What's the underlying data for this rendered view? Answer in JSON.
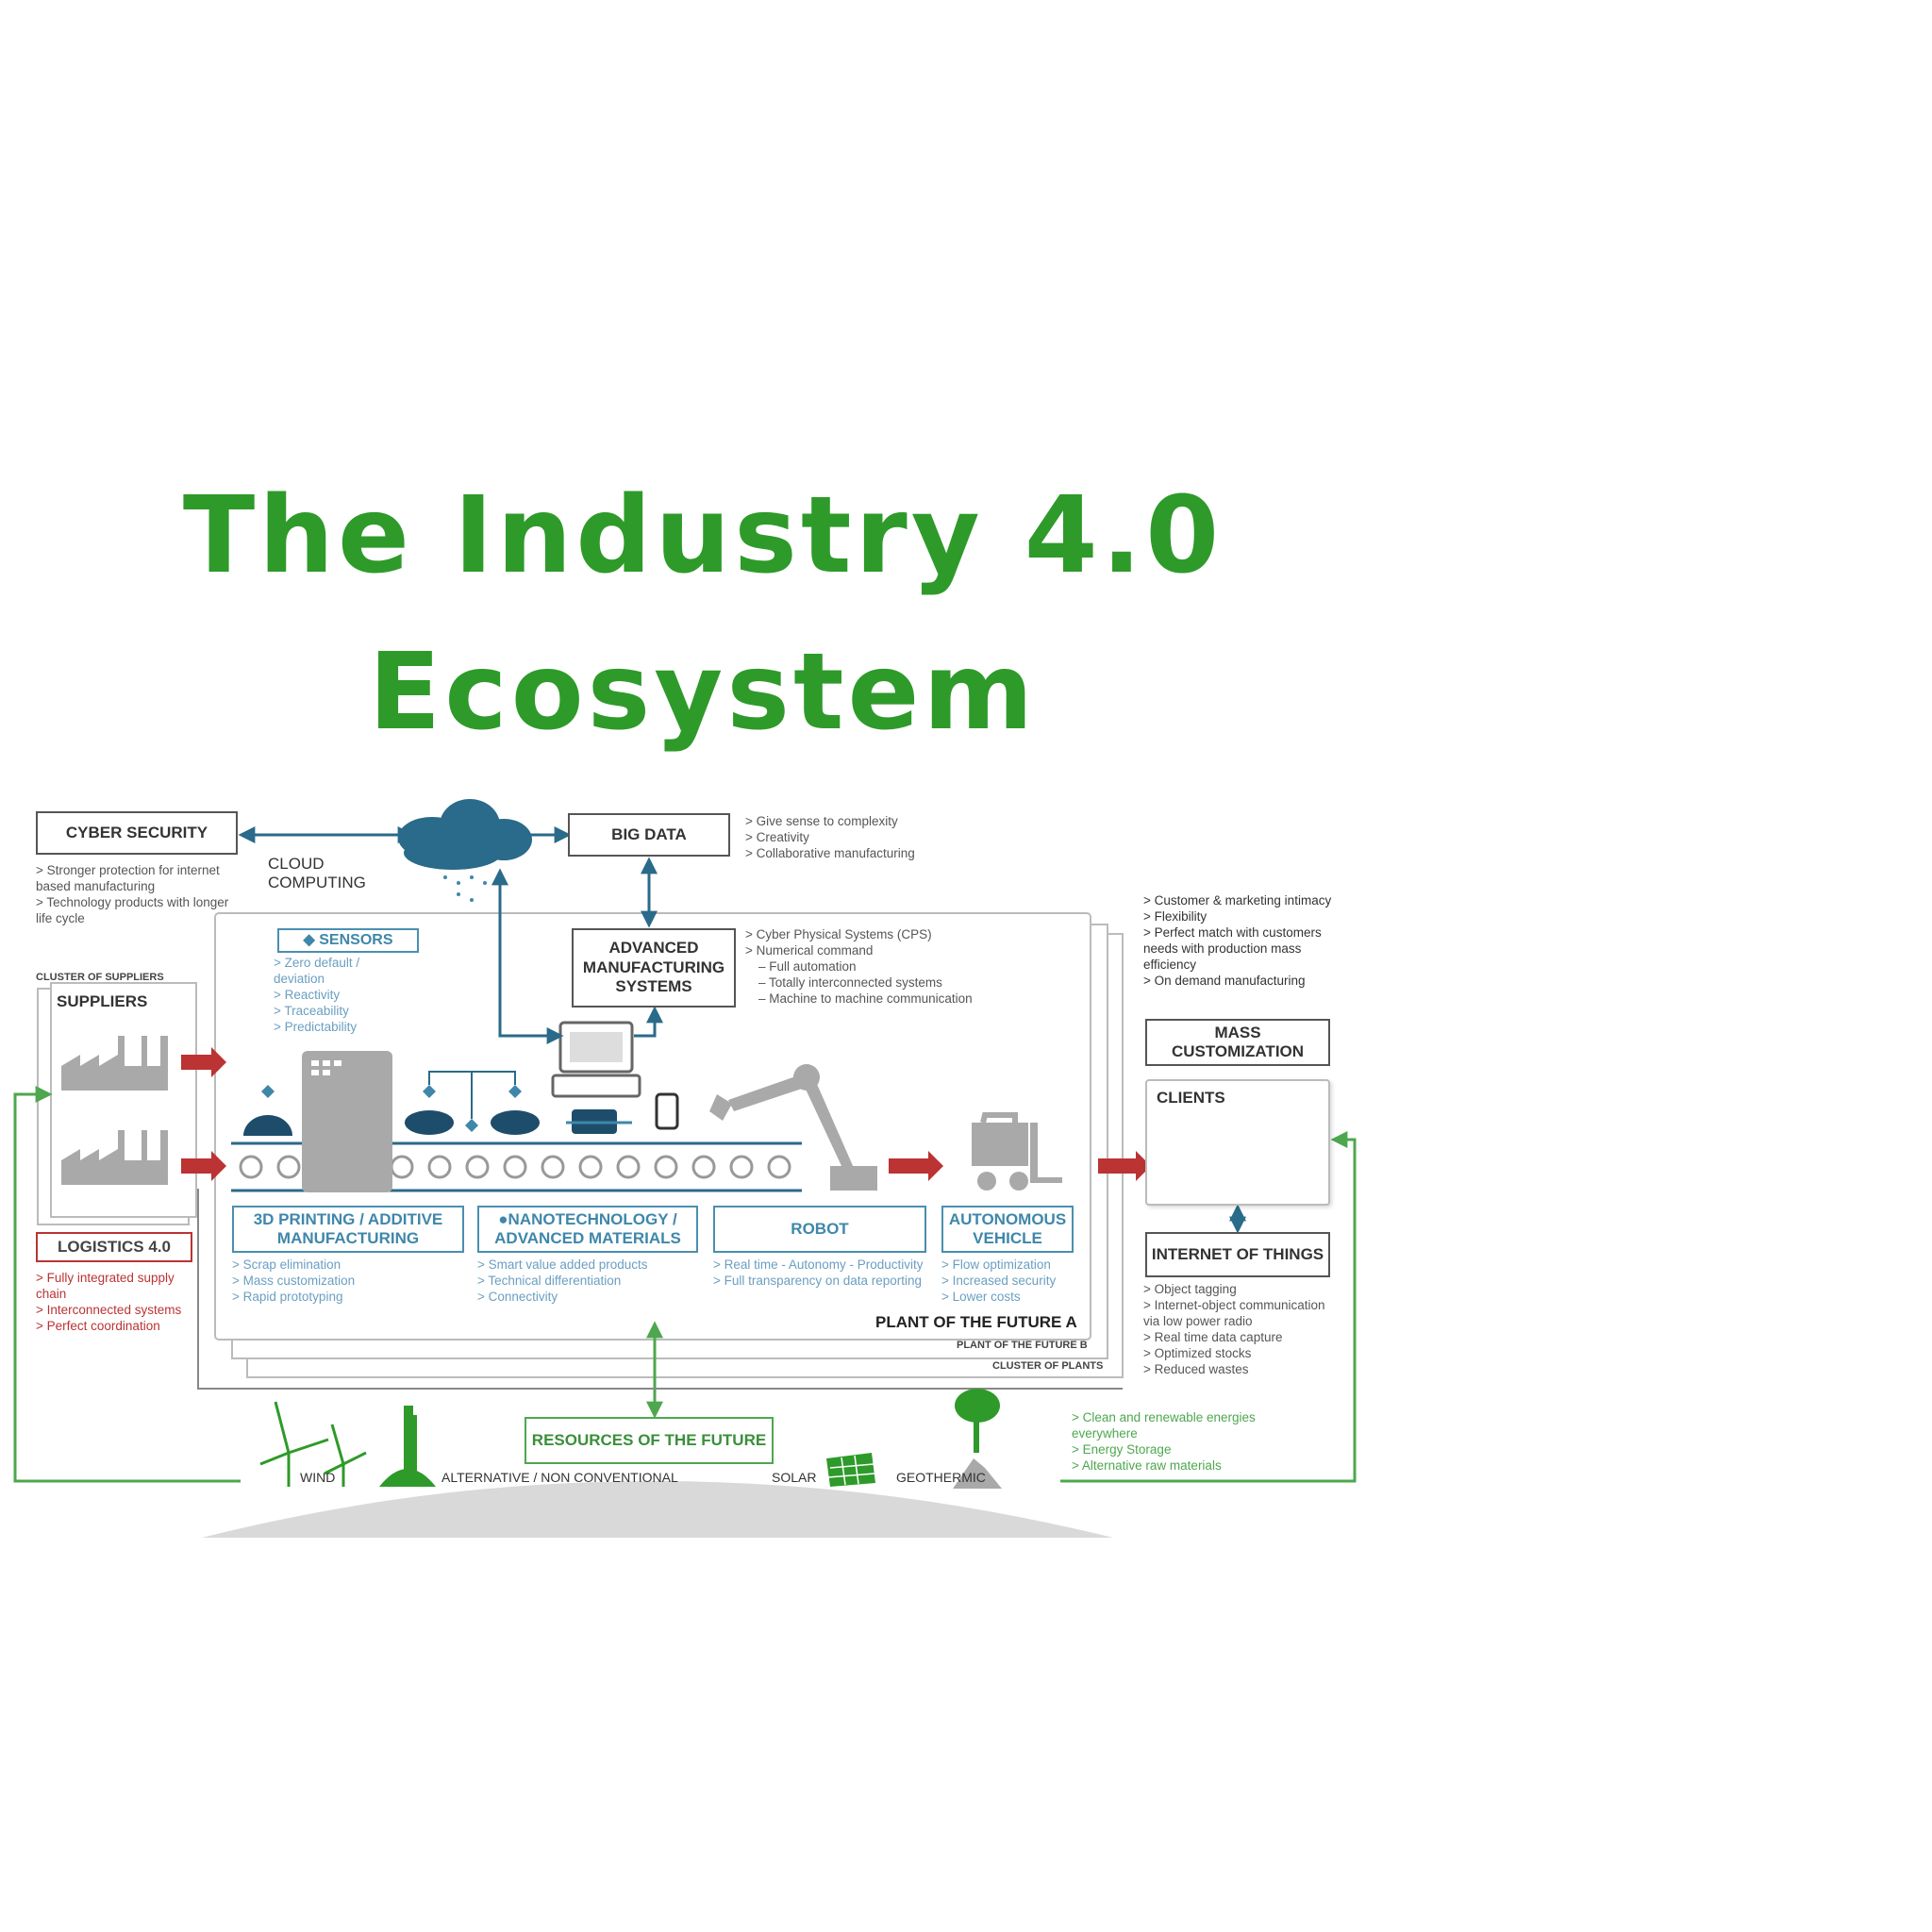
{
  "title": {
    "line1": "The Industry 4.0",
    "line2": "Ecosystem"
  },
  "nodes": {
    "cyber_security": {
      "label": "CYBER SECURITY",
      "bullets": [
        "Stronger protection for internet based manufacturing",
        "Technology products with longer life cycle"
      ]
    },
    "cloud_computing": {
      "label": "CLOUD COMPUTING"
    },
    "big_data": {
      "label": "BIG DATA",
      "bullets": [
        "Give sense to complexity",
        "Creativity",
        "Collaborative manufacturing"
      ]
    },
    "advanced_manufacturing": {
      "label": "ADVANCED MANUFACTURING SYSTEMS",
      "bullets": [
        "Cyber Physical Systems (CPS)",
        "Numerical command"
      ],
      "sub_bullets": [
        "Full automation",
        "Totally interconnected systems",
        "Machine to machine communication"
      ]
    },
    "sensors": {
      "label": "◆ SENSORS",
      "bullets": [
        "Zero default / deviation",
        "Reactivity",
        "Traceability",
        "Predictability"
      ]
    },
    "cluster_of_suppliers": {
      "label": "CLUSTER OF SUPPLIERS"
    },
    "suppliers": {
      "label": "SUPPLIERS"
    },
    "logistics": {
      "label": "LOGISTICS 4.0",
      "bullets": [
        "Fully integrated supply chain",
        "Interconnected systems",
        "Perfect coordination"
      ]
    },
    "printing": {
      "label": "3D PRINTING / ADDITIVE MANUFACTURING",
      "bullets": [
        "Scrap elimination",
        "Mass customization",
        "Rapid prototyping"
      ]
    },
    "nanotech": {
      "label": "●NANOTECHNOLOGY / ADVANCED MATERIALS",
      "bullets": [
        "Smart value added products",
        "Technical differentiation",
        "Connectivity"
      ]
    },
    "robot": {
      "label": "ROBOT",
      "bullets": [
        "Real time - Autonomy - Productivity",
        "Full transparency on data reporting"
      ]
    },
    "autonomous_vehicle": {
      "label": "AUTONOMOUS VEHICLE",
      "bullets": [
        "Flow optimization",
        "Increased security",
        "Lower costs"
      ]
    },
    "plant_a": {
      "label": "PLANT OF THE FUTURE A"
    },
    "plant_b": {
      "label": "PLANT OF THE FUTURE B"
    },
    "cluster_of_plants": {
      "label": "CLUSTER OF PLANTS"
    },
    "mass_customization": {
      "label": "MASS CUSTOMIZATION",
      "bullets": [
        "Customer & marketing intimacy",
        "Flexibility",
        "Perfect match with customers needs with production mass efficiency",
        "On demand manufacturing"
      ]
    },
    "clients": {
      "label": "CLIENTS"
    },
    "iot": {
      "label": "INTERNET OF THINGS",
      "bullets": [
        "Object tagging",
        "Internet-object communication via low power radio",
        "Real time data capture",
        "Optimized stocks",
        "Reduced wastes"
      ]
    },
    "resources": {
      "label": "RESOURCES OF THE FUTURE",
      "bullets": [
        "Clean and renewable energies everywhere",
        "Energy Storage",
        "Alternative raw materials"
      ]
    },
    "energy_labels": {
      "wind": "WIND",
      "alternative": "ALTERNATIVE / NON CONVENTIONAL",
      "solar": "SOLAR",
      "geothermic": "GEOTHERMIC"
    }
  },
  "colors": {
    "title_green": "#2e9a2a",
    "accent_blue": "#2a6a8a",
    "accent_red": "#b33333",
    "accent_green": "#4ea74e",
    "gray": "#9a9a9a"
  }
}
